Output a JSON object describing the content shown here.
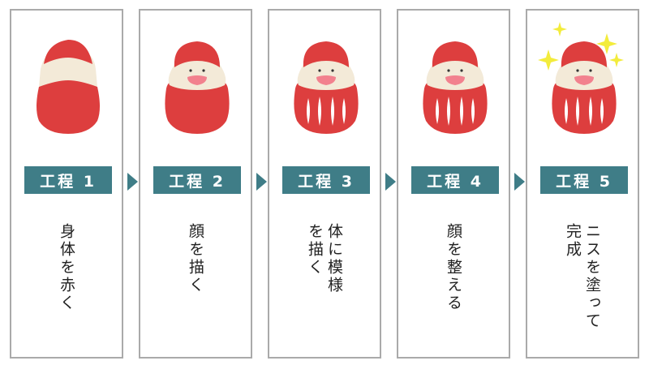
{
  "steps": [
    {
      "badge": "工程 1",
      "text": "身体を赤く"
    },
    {
      "badge": "工程 2",
      "text": "顔を描く"
    },
    {
      "badge": "工程 3",
      "text": "体に模様\nを描く"
    },
    {
      "badge": "工程 4",
      "text": "顔を整える"
    },
    {
      "badge": "工程 5",
      "text": "ニスを塗って\n完成"
    }
  ],
  "colors": {
    "body_red": "#dd3e3e",
    "face_cream": "#f3ead8",
    "nose_pink": "#f2818e",
    "badge_teal": "#3f7d87",
    "sparkle_yellow": "#f3ec3c"
  }
}
